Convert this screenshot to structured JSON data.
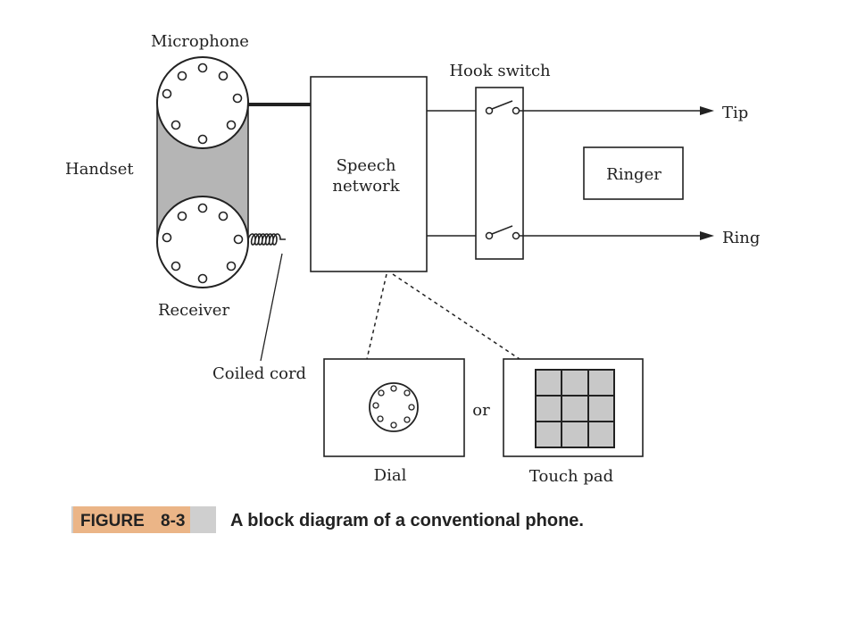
{
  "labels": {
    "microphone": "Microphone",
    "handset": "Handset",
    "receiver": "Receiver",
    "coiled_cord": "Coiled cord",
    "speech_network_line1": "Speech",
    "speech_network_line2": "network",
    "hook_switch": "Hook switch",
    "tip": "Tip",
    "ring": "Ring",
    "ringer": "Ringer",
    "dial": "Dial",
    "or": "or",
    "touch_pad": "Touch pad"
  },
  "caption": {
    "figure_word": "FIGURE",
    "figure_number": "8-3",
    "text": "A block diagram of a conventional phone."
  },
  "colors": {
    "stroke": "#222222",
    "handset_fill": "#b5b5b5",
    "keypad_fill": "#c8c8c8",
    "caption_highlight_gray": "#cfcfcf",
    "caption_highlight_orange": "#f0b07a"
  }
}
